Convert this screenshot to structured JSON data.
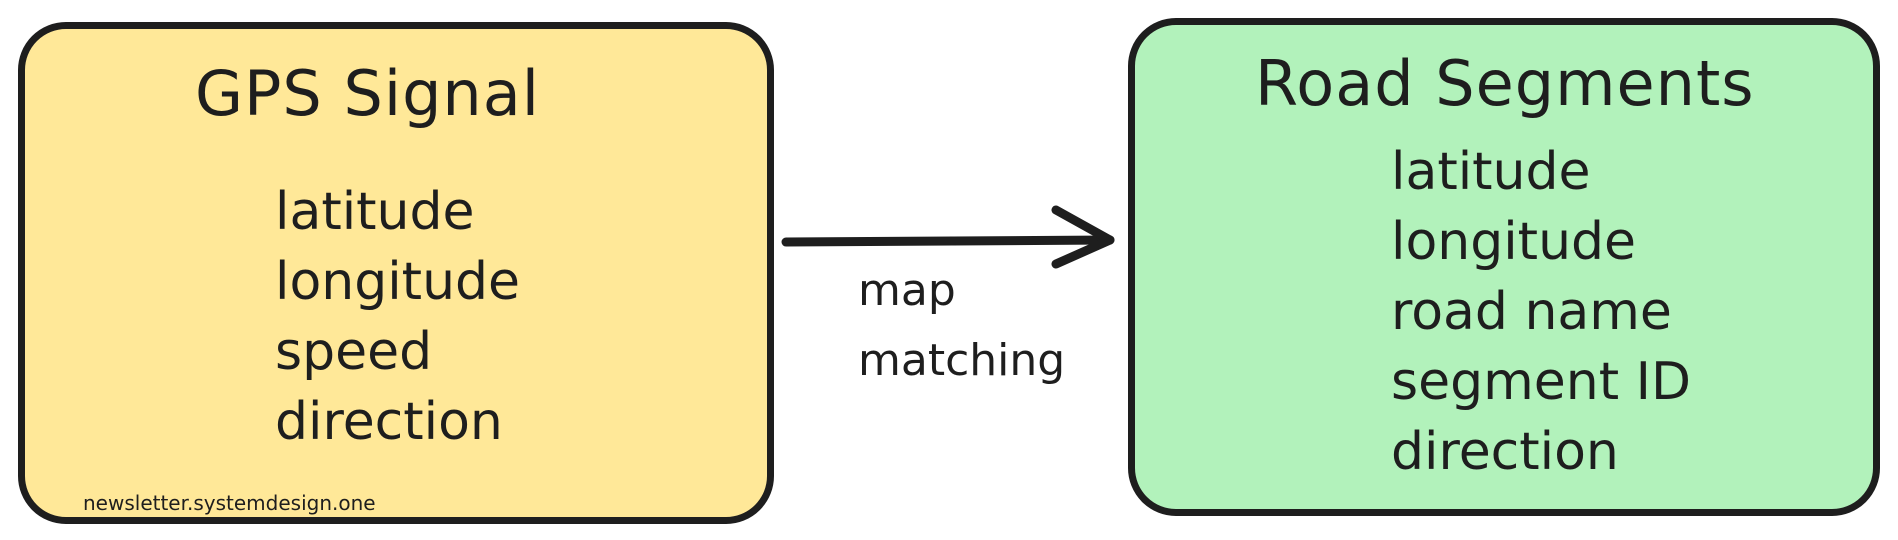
{
  "colors": {
    "gps_fill": "#ffe898",
    "road_fill": "#b2f2bb",
    "stroke": "#1e1e1e"
  },
  "gps_box": {
    "title": "GPS Signal",
    "fields": [
      "latitude",
      "longitude",
      "speed",
      "direction"
    ],
    "watermark": "newsletter.systemdesign.one"
  },
  "edge": {
    "label_line1": "map",
    "label_line2": "matching"
  },
  "road_box": {
    "title": "Road Segments",
    "fields": [
      "latitude",
      "longitude",
      "road name",
      "segment ID",
      "direction"
    ]
  }
}
